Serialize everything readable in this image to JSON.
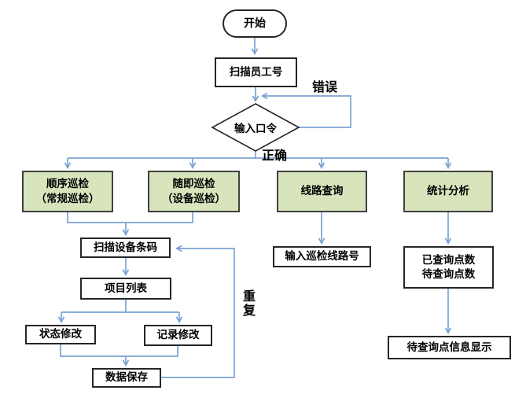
{
  "colors": {
    "connector": "#7ba2d4",
    "green_fill": "#d7e4bc",
    "green_border": "#404040",
    "node_border": "#262626",
    "white_fill": "#ffffff",
    "text_color": "#000000",
    "bg": "#ffffff"
  },
  "nodes": {
    "start": {
      "label": "开始"
    },
    "scan_employee_id": {
      "label": "扫描员工号"
    },
    "enter_password": {
      "label": "输入口令"
    },
    "sequential_inspection": {
      "line1": "顺序巡检",
      "line2": "（常规巡检）"
    },
    "random_inspection": {
      "line1": "随即巡检",
      "line2": "（设备巡检）"
    },
    "line_query": {
      "label": "线路查询"
    },
    "statistical_analysis": {
      "label": "统计分析"
    },
    "scan_device_barcode": {
      "label": "扫描设备条码"
    },
    "item_list": {
      "label": "项目列表"
    },
    "status_modify": {
      "label": "状态修改"
    },
    "record_modify": {
      "label": "记录修改"
    },
    "data_save": {
      "label": "数据保存"
    },
    "input_inspection_line_number": {
      "label": "输入巡检线路号"
    },
    "point_counts": {
      "line1": "已查询点数",
      "line2": "待查询点数"
    },
    "pending_point_info_display": {
      "label": "待查询点信息显示"
    }
  },
  "edge_labels": {
    "error": "错误",
    "correct": "正确",
    "repeat": "重复"
  }
}
